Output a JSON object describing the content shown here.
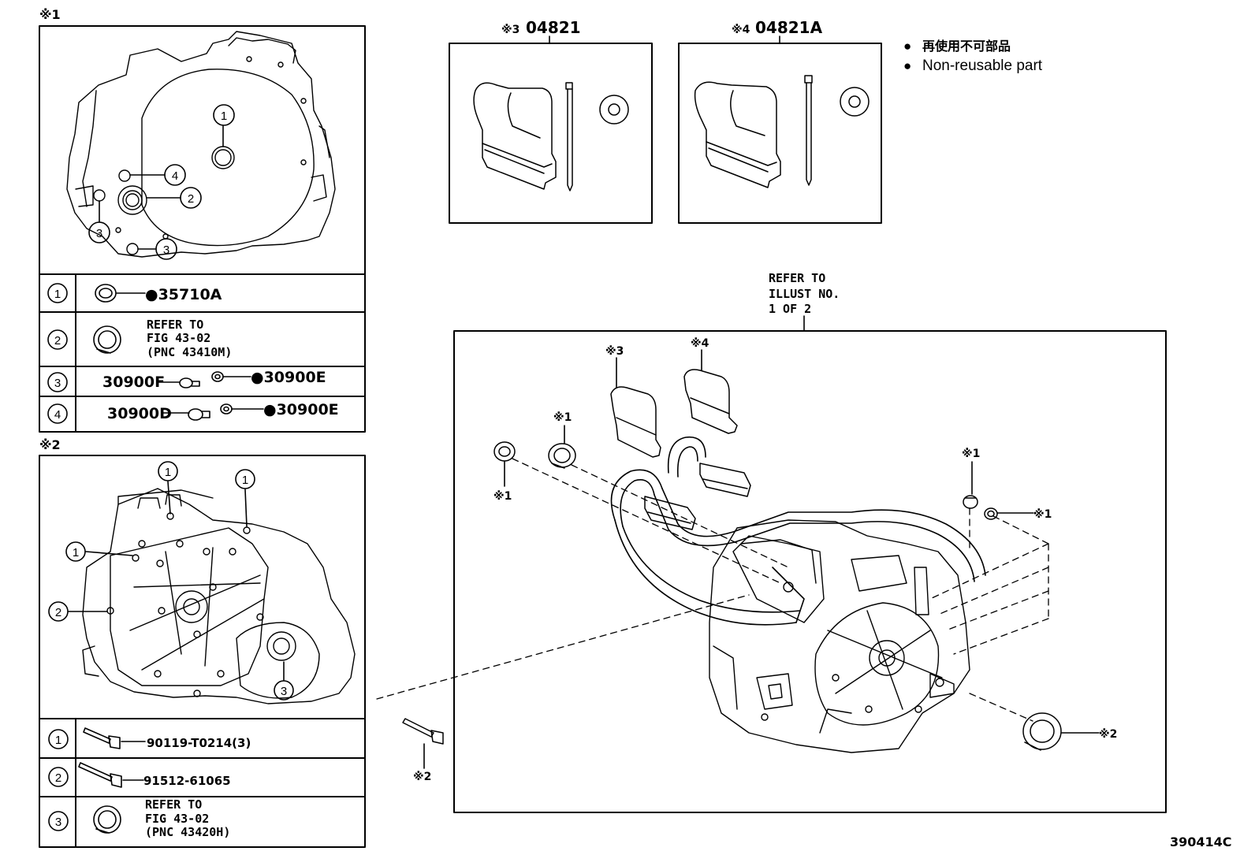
{
  "symbols": {
    "ref1": "※1",
    "ref2": "※2",
    "ref3": "※3",
    "ref4": "※4"
  },
  "callouts": {
    "c1": "1",
    "c2": "2",
    "c3": "3",
    "c4": "4"
  },
  "legend": {
    "bullet": "●",
    "line_jp": "再使用不可部品",
    "line_en": "Non-reusable part"
  },
  "kits": {
    "kit3": {
      "symbol": "※3",
      "part_no": "04821"
    },
    "kit4": {
      "symbol": "※4",
      "part_no": "04821A"
    }
  },
  "panel1": {
    "title": "※1",
    "rows": {
      "r1": {
        "num": "1",
        "part": "●35710A"
      },
      "r2": {
        "num": "2",
        "ref_lines": [
          "REFER TO",
          "FIG 43-02",
          "(PNC 43410M)"
        ]
      },
      "r3": {
        "num": "3",
        "part_left": "30900F",
        "part_right": "●30900E"
      },
      "r4": {
        "num": "4",
        "part_left": "30900D",
        "part_right": "●30900E"
      }
    }
  },
  "panel2": {
    "title": "※2",
    "rows": {
      "r1": {
        "num": "1",
        "part": "90119-T0214(3)"
      },
      "r2": {
        "num": "2",
        "part": "91512-61065"
      },
      "r3": {
        "num": "3",
        "ref_lines": [
          "REFER TO",
          "FIG 43-02",
          "(PNC 43420H)"
        ]
      }
    }
  },
  "main_refer": {
    "lines": [
      "REFER TO",
      "ILLUST NO.",
      "1 OF 2"
    ]
  },
  "illustration_code": "390414C"
}
